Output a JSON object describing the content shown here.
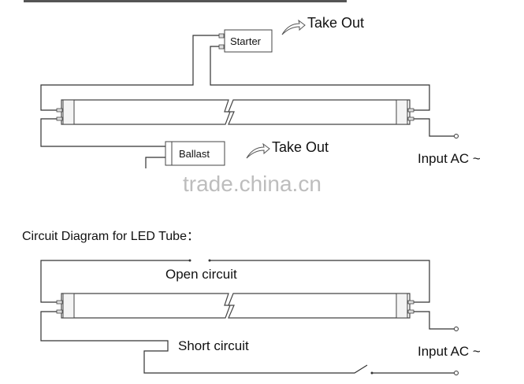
{
  "fluorescent_diagram": {
    "starter_label": "Starter",
    "ballast_label": "Ballast",
    "take_out_1": "Take Out",
    "take_out_2": "Take Out",
    "input_label": "Input AC ~"
  },
  "watermark": "trade.china.cn",
  "led_diagram": {
    "title": "Circuit Diagram for LED Tube：",
    "open_label": "Open circuit",
    "short_label": "Short circuit",
    "input_label": "Input AC ~"
  }
}
